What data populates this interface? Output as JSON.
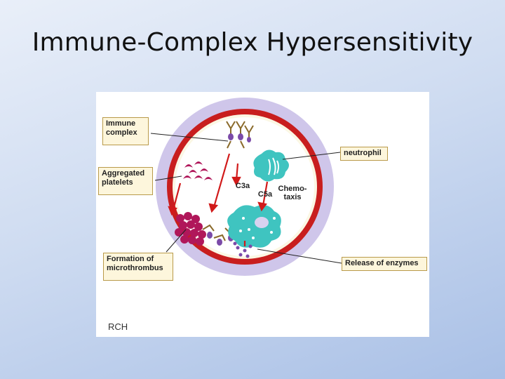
{
  "title": "Immune-Complex Hypersensitivity",
  "figure": {
    "callouts": {
      "immune_complex": "Immune\ncomplex",
      "aggregated_platelets": "Aggregated\nplatelets",
      "formation_microthrombus": "Formation of\nmicrothrombus",
      "neutrophil": "neutrophil",
      "release_enzymes": "Release of enzymes"
    },
    "labels": {
      "c3a": "C3a",
      "c5a": "C5a",
      "chemotaxis": "Chemo-\ntaxis"
    },
    "credit": "RCH"
  },
  "colors": {
    "vessel_wall": "#c81e1e",
    "vessel_outer": "#cfc6ea",
    "platelets": "#b0175a",
    "neutrophil": "#3fc4c0",
    "complex": "#7b4aa8",
    "callout_bg": "#fdf6dc"
  }
}
